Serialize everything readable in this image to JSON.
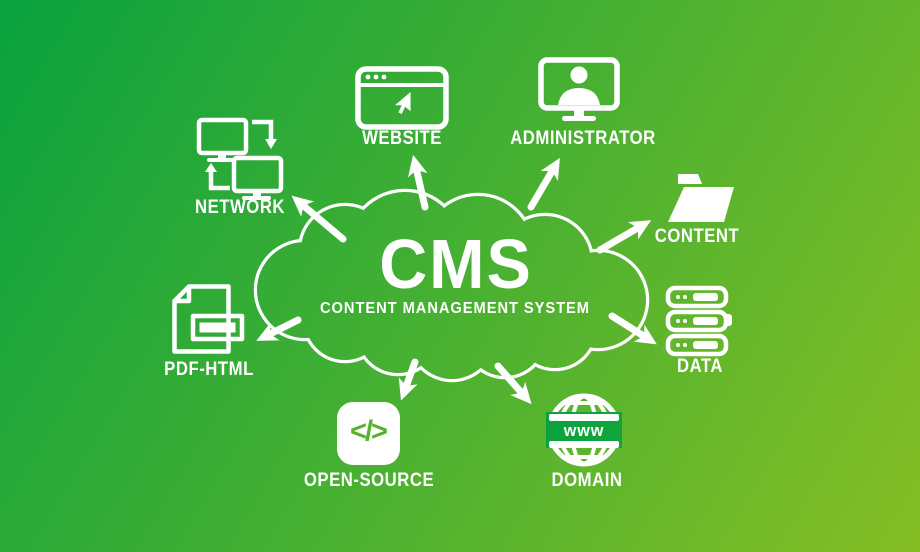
{
  "cloud": {
    "title": "CMS",
    "subtitle": "CONTENT MANAGEMENT SYSTEM"
  },
  "nodes": [
    {
      "id": "network",
      "label": "NETWORK",
      "icon": "network-monitors-sync-icon"
    },
    {
      "id": "website",
      "label": "WEBSITE",
      "icon": "browser-cursor-icon"
    },
    {
      "id": "administrator",
      "label": "ADMINISTRATOR",
      "icon": "monitor-user-icon"
    },
    {
      "id": "content",
      "label": "CONTENT",
      "icon": "open-folder-icon"
    },
    {
      "id": "data",
      "label": "DATA",
      "icon": "server-stack-icon"
    },
    {
      "id": "pdf_html",
      "label": "PDF-HTML",
      "icon": "document-convert-icon"
    },
    {
      "id": "open_source",
      "label": "OPEN-SOURCE",
      "icon": "code-brackets-icon"
    },
    {
      "id": "domain",
      "label": "DOMAIN",
      "icon": "globe-www-icon"
    }
  ],
  "globe": {
    "text": "www"
  },
  "open_source": {
    "glyph": "</>"
  },
  "colors": {
    "gradient_top_left": "#09a23f",
    "gradient_bottom_right": "#85be24",
    "foreground": "#ffffff",
    "code_glyph_green": "#55b12e"
  }
}
